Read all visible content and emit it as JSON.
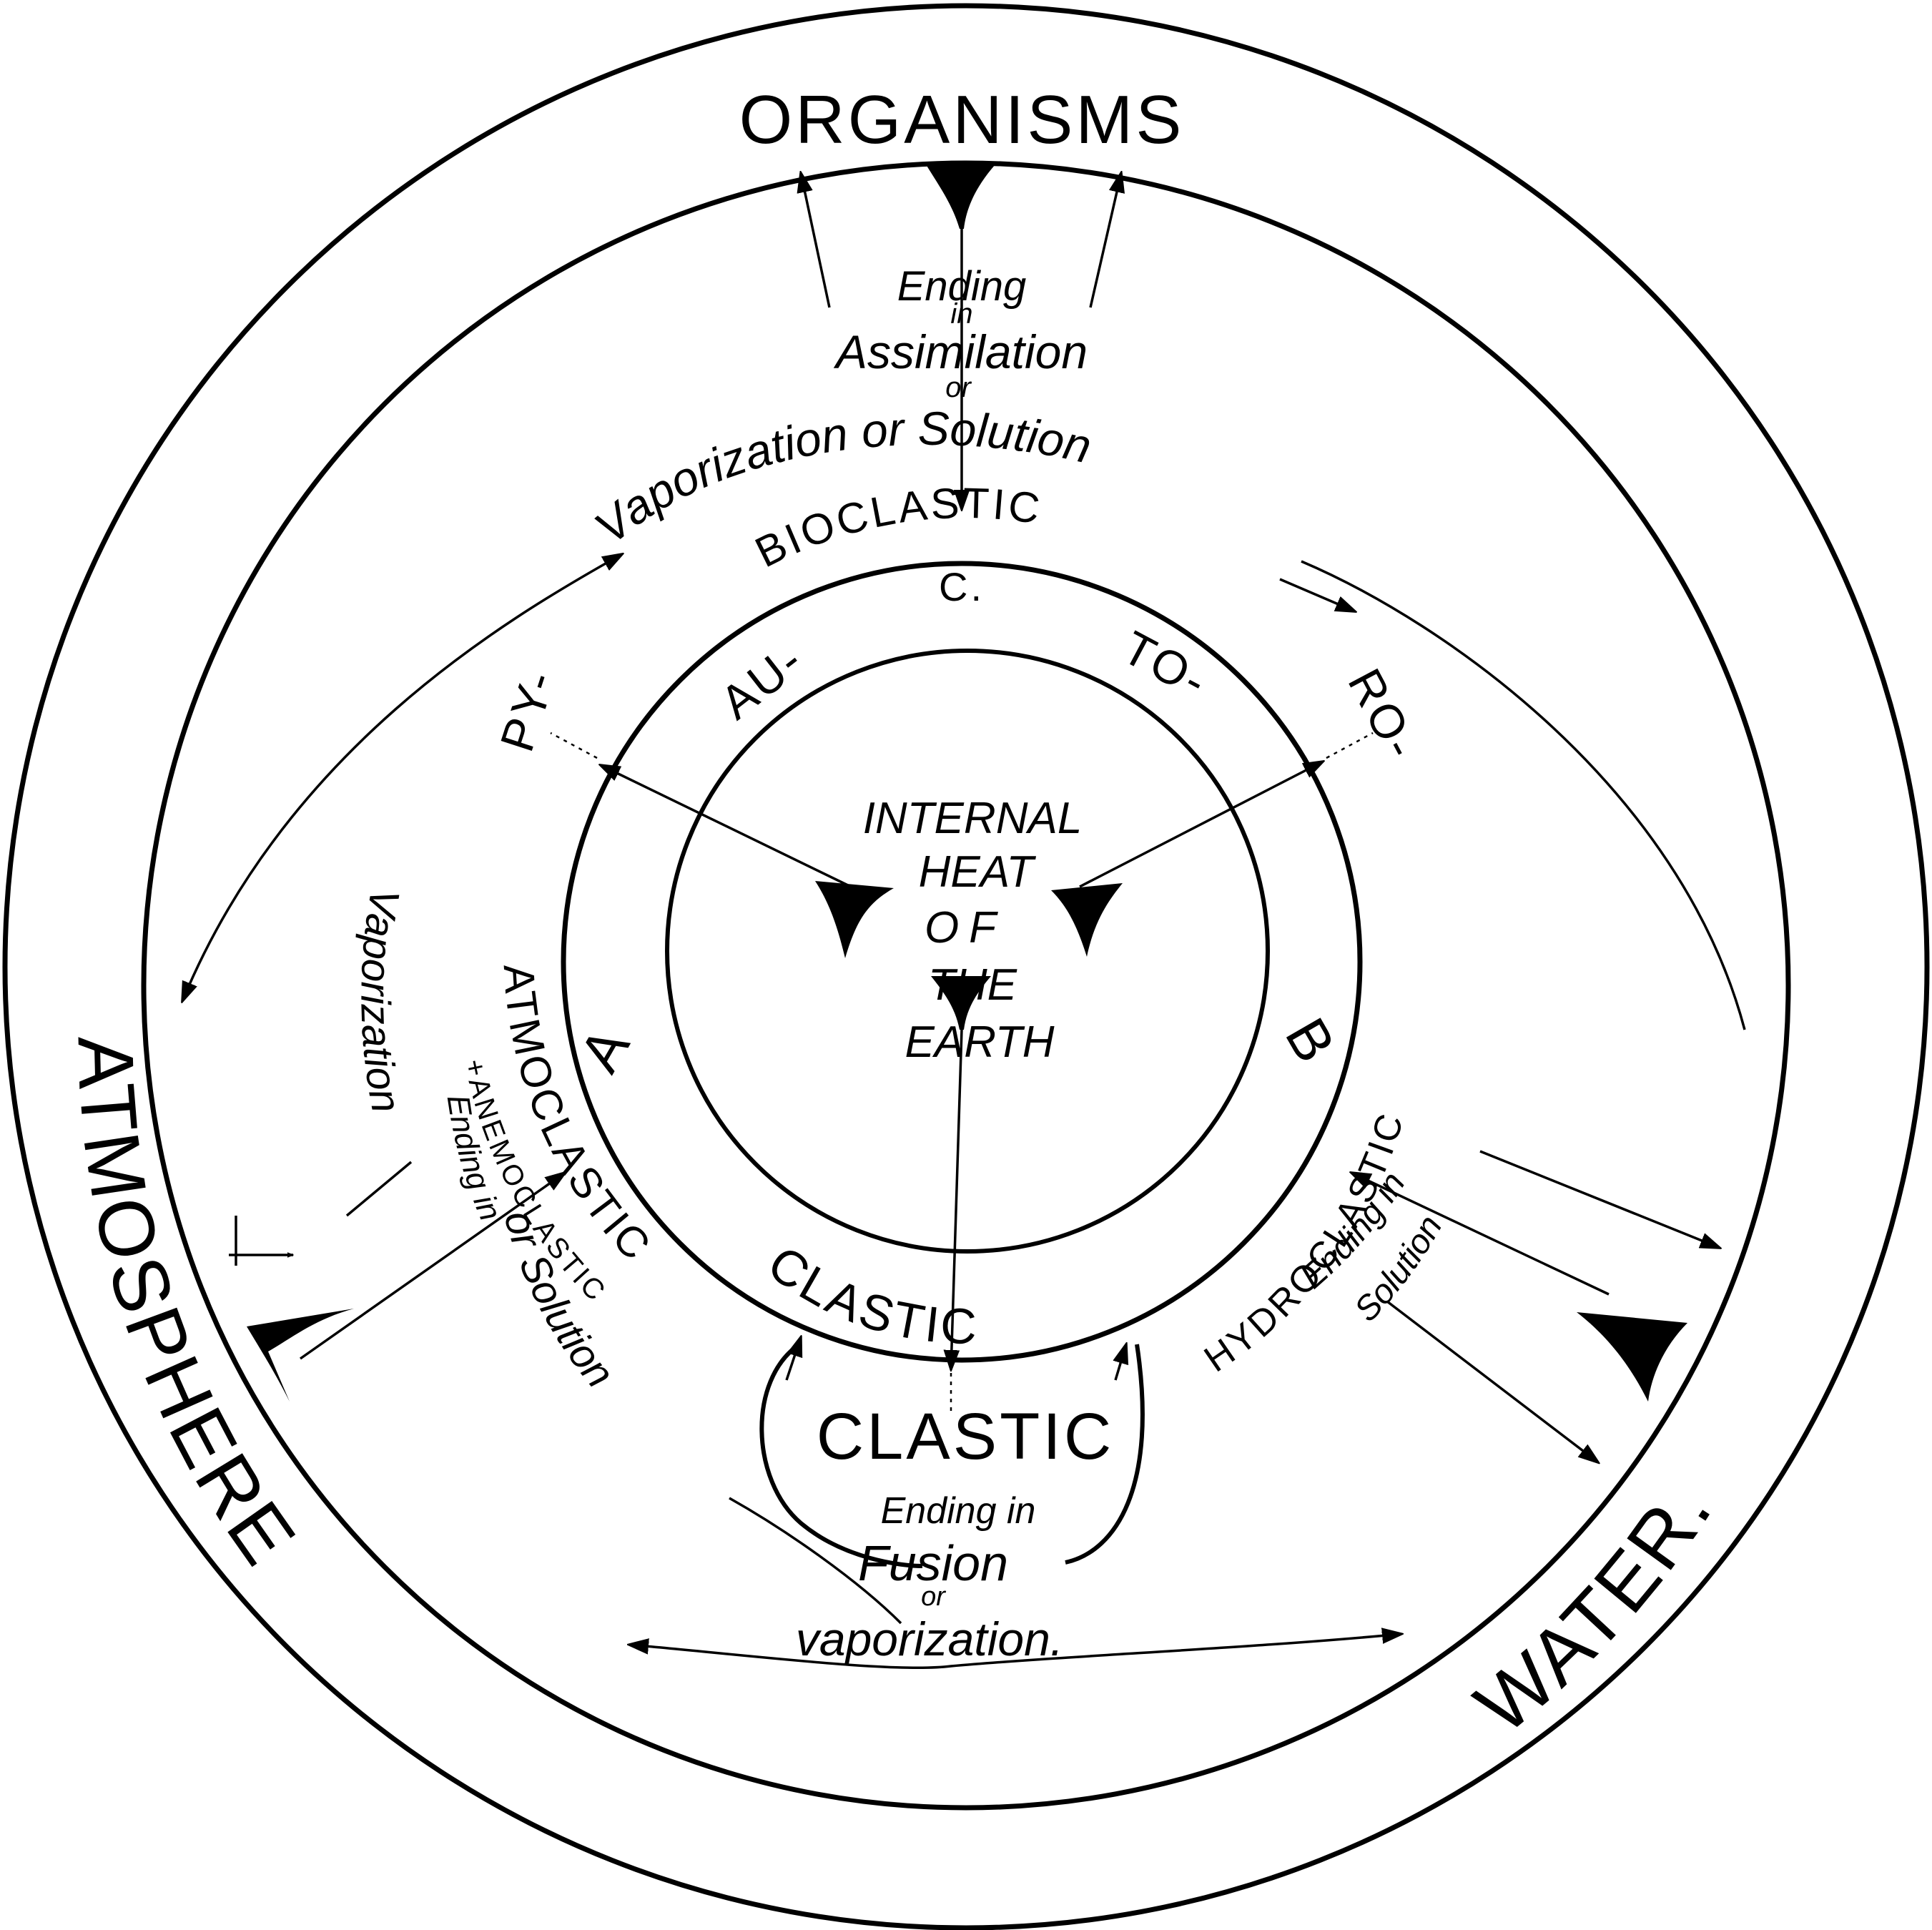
{
  "colors": {
    "ink": "#000000",
    "paper": "#ffffff"
  },
  "labels": {
    "organisms": "ORGANISMS",
    "atmosphere": "ATMOSPHERE",
    "water": "WATER.",
    "core": [
      "INTERNAL",
      "HEAT",
      "OF",
      "THE",
      "EARTH"
    ],
    "bioclastic": "BIOCLASTIC",
    "c": "C.",
    "py": "PY-",
    "au": "AU-",
    "to": "TO-",
    "ro": "RO-",
    "clastic_band": "CLASTIC",
    "a": "A",
    "b": "B",
    "atmoclastic": "ATMOCLASTIC",
    "anemoclastic": "+ANEMOCLASTIC",
    "hydroclastic": "HYDROCLASTIC",
    "clastic_lobe": "CLASTIC",
    "top_flow": [
      "Ending",
      "in",
      "Assimilation",
      "or",
      "Vaporization or Solution"
    ],
    "left_vaporization": "Vaporization",
    "a_ending": "Ending in",
    "a_solution": "or Solution",
    "b_ending": [
      "Ending in",
      "Solution"
    ],
    "lobe_flow": [
      "Ending in",
      "Fusion",
      "or",
      "vaporization."
    ]
  }
}
